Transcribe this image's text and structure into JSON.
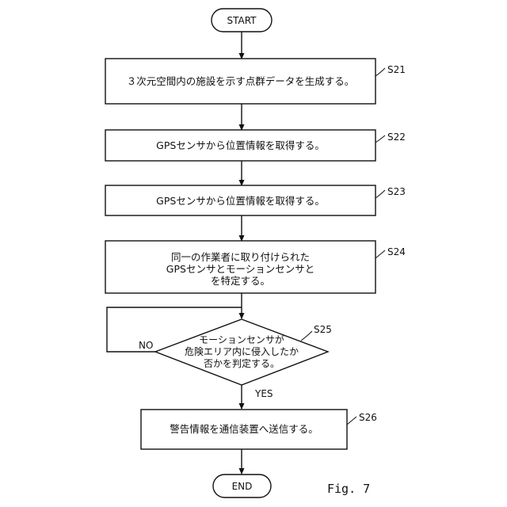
{
  "start": "START",
  "end": "END",
  "figure": "Fig. 7",
  "steps": {
    "s21": {
      "id": "S21",
      "lines": [
        "３次元空間内の施設を示す点群データを生成する。"
      ]
    },
    "s22": {
      "id": "S22",
      "lines": [
        "GPSセンサから位置情報を取得する。"
      ]
    },
    "s23": {
      "id": "S23",
      "lines": [
        "GPSセンサから位置情報を取得する。"
      ]
    },
    "s24": {
      "id": "S24",
      "lines": [
        "同一の作業者に取り付けられた",
        "GPSセンサとモーションセンサと",
        "を特定する。"
      ]
    },
    "s25": {
      "id": "S25",
      "lines": [
        "モーションセンサが",
        "危険エリア内に侵入したか",
        "否かを判定する。"
      ]
    },
    "s26": {
      "id": "S26",
      "lines": [
        "警告情報を通信装置へ送信する。"
      ]
    }
  },
  "branches": {
    "no": "NO",
    "yes": "YES"
  }
}
